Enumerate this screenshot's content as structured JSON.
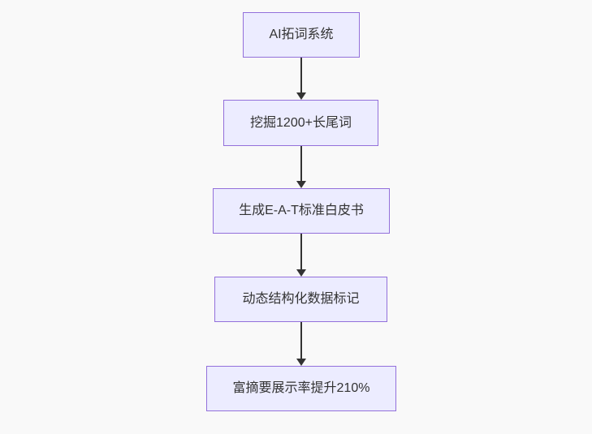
{
  "diagram": {
    "type": "flowchart-top-down",
    "nodes": [
      {
        "id": "n1",
        "label": "AI拓词系统"
      },
      {
        "id": "n2",
        "label": "挖掘1200+长尾词"
      },
      {
        "id": "n3",
        "label": "生成E-A-T标准白皮书"
      },
      {
        "id": "n4",
        "label": "动态结构化数据标记"
      },
      {
        "id": "n5",
        "label": "富摘要展示率提升210%"
      }
    ],
    "edges": [
      {
        "from": "n1",
        "to": "n2",
        "style": "arrow-down"
      },
      {
        "from": "n2",
        "to": "n3",
        "style": "arrow-down"
      },
      {
        "from": "n3",
        "to": "n4",
        "style": "arrow-down"
      },
      {
        "from": "n4",
        "to": "n5",
        "style": "arrow-down"
      }
    ],
    "colors": {
      "background": "#F9F9F9",
      "node_fill": "#ECECFF",
      "node_border": "#9370DB",
      "edge_color": "#333333",
      "text_color": "#333333"
    }
  }
}
